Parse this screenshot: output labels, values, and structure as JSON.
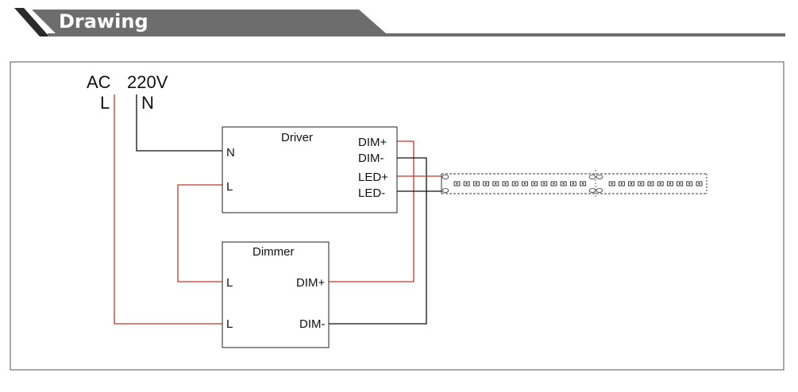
{
  "header": {
    "title": "Drawing"
  },
  "supply": {
    "label_ac": "AC",
    "label_voltage": "220V",
    "label_l": "L",
    "label_n": "N"
  },
  "driver": {
    "title": "Driver",
    "pin_n": "N",
    "pin_l": "L",
    "pin_dim_plus": "DIM+",
    "pin_dim_minus": "DIM-",
    "pin_led_plus": "LED+",
    "pin_led_minus": "LED-"
  },
  "dimmer": {
    "title": "Dimmer",
    "pin_l_top": "L",
    "pin_l_bottom": "L",
    "pin_dim_plus": "DIM+",
    "pin_dim_minus": "DIM-"
  },
  "colors": {
    "header_bar": "#6d6d6d",
    "header_corner": "#2b2b2b",
    "live_wire": "#c0392b",
    "neutral_wire": "#111111"
  },
  "icons": {
    "led_strip": "led-strip-icon"
  }
}
